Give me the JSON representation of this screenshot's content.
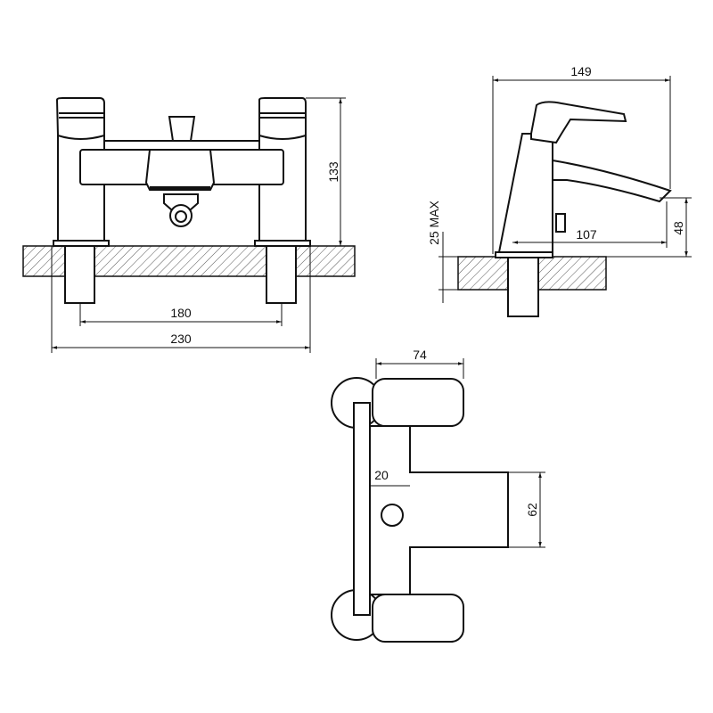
{
  "dimensions": {
    "front_height": "133",
    "front_centres": "180",
    "front_overall_width": "230",
    "side_depth": "149",
    "side_spout_reach": "107",
    "side_spout_height": "48",
    "side_deck_thickness": "25 MAX",
    "top_handle_width": "74",
    "top_button": "20",
    "top_spout_width": "62"
  },
  "colors": {
    "line": "#111111",
    "background": "#ffffff"
  }
}
